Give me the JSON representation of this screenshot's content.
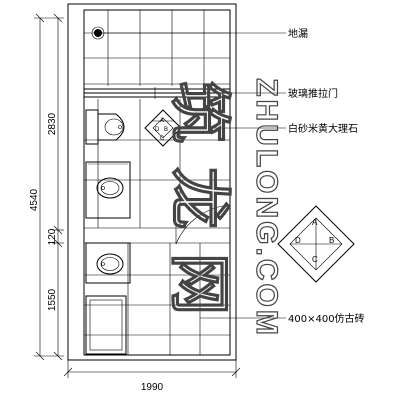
{
  "plan": {
    "dimensions": {
      "total_height": "4540",
      "upper_height": "2830",
      "middle_gap": "120",
      "lower_height": "1550",
      "total_width": "1990"
    },
    "labels": {
      "floor_drain": "地漏",
      "glass_sliding_door": "玻璃推拉门",
      "marble": "白砂米黄大理石",
      "tile": "400×400仿古砖"
    },
    "tile_pattern_letters": [
      "A",
      "B",
      "C",
      "D"
    ],
    "small_pattern_letters": [
      "A",
      "B",
      "C",
      "D"
    ]
  },
  "watermark": {
    "vertical_text": "ZHULONG.COM",
    "site_name": "筑龙网"
  }
}
